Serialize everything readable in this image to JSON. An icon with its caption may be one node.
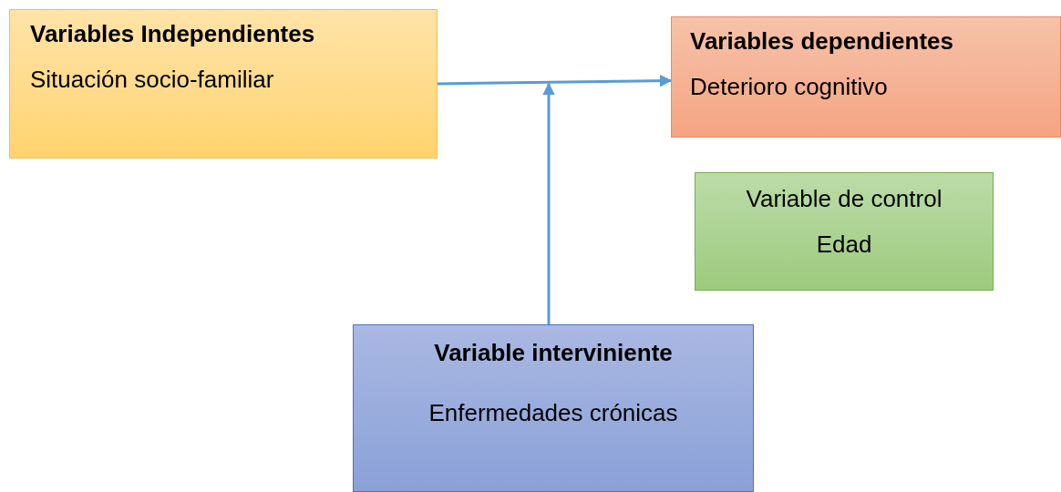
{
  "diagram": {
    "nodes": [
      {
        "text": [
          "Variables Independientes",
          "Situación socio-familiar"
        ]
      },
      {
        "text": [
          "Variables dependientes",
          "Deterioro cognitivo"
        ]
      },
      {
        "text": [
          "Variable de control",
          "Edad"
        ]
      },
      {
        "text": [
          "Variable interviniente",
          "Enfermedades crónicas"
        ]
      }
    ],
    "edges": [
      {
        "from": 0,
        "to": 1,
        "arrow": "to"
      },
      {
        "from": 3,
        "to": null,
        "arrow": "to"
      }
    ]
  }
}
